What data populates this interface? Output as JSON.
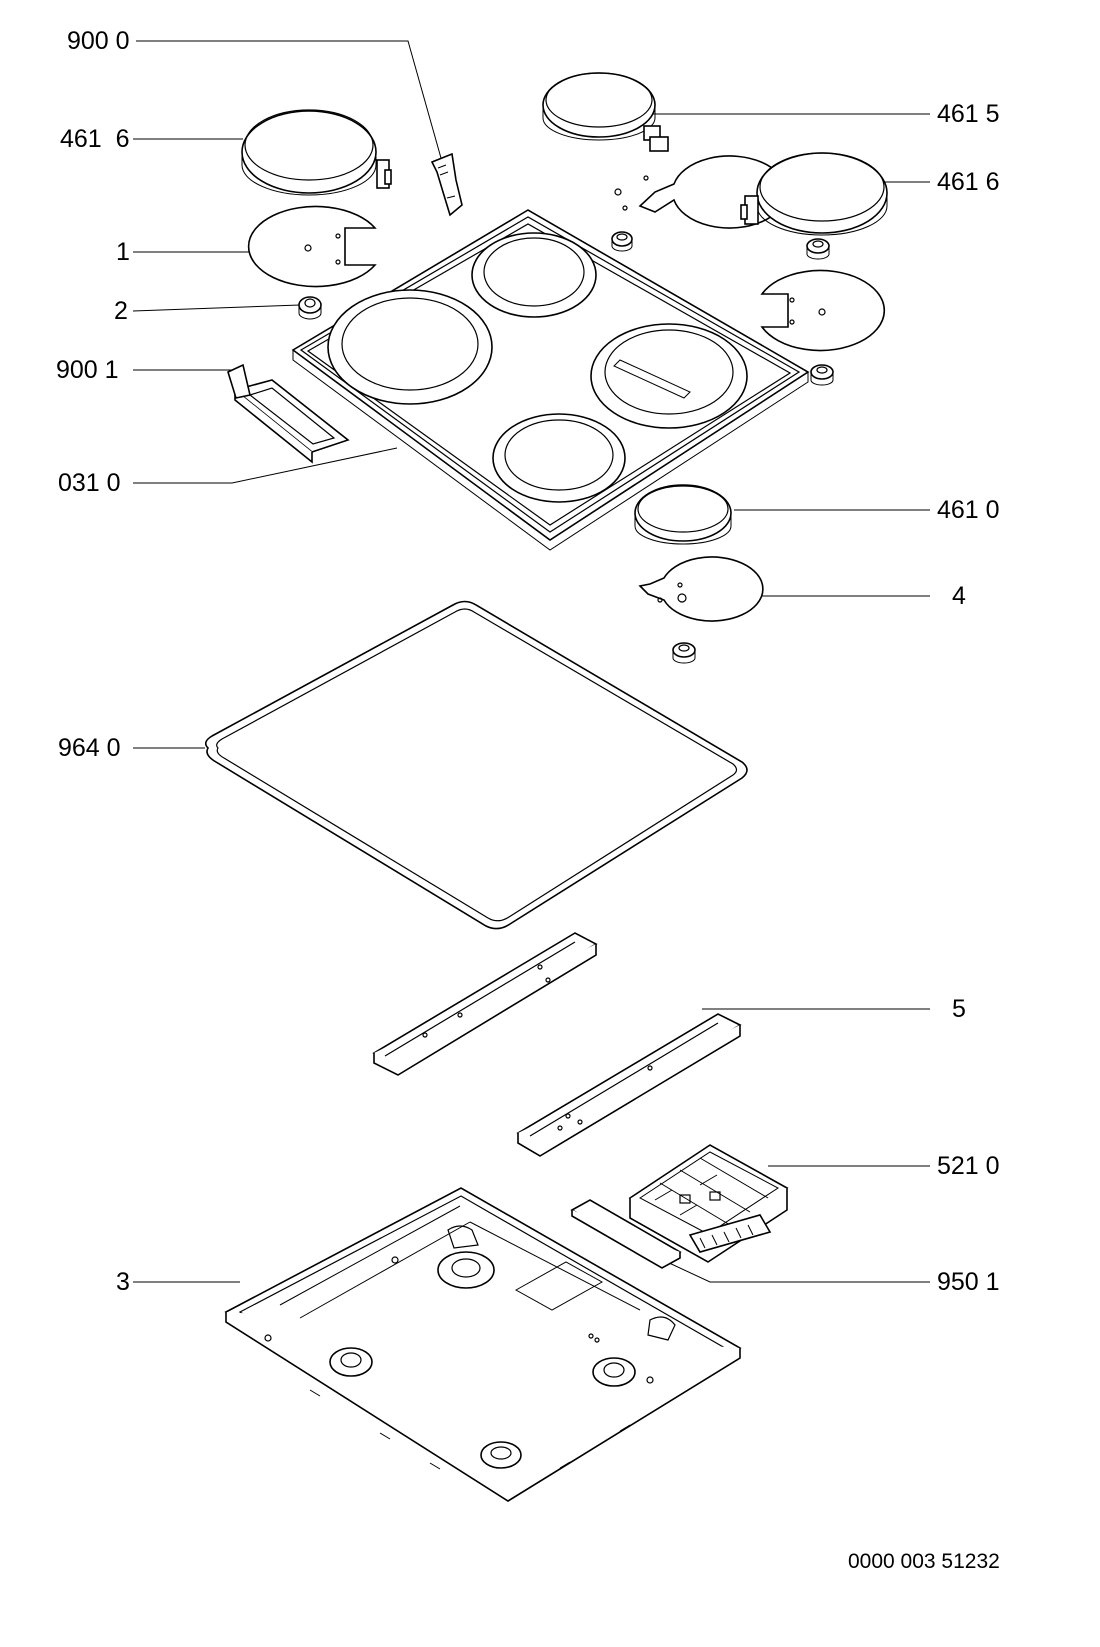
{
  "labels": {
    "l_9000": "900 0",
    "l_4616_left": "461  6",
    "l_1": "1",
    "l_2": "2",
    "l_9001": "900 1",
    "l_0310": "031 0",
    "l_9640": "964 0",
    "l_3": "3",
    "l_4615": "461 5",
    "l_4616_right": "461 6",
    "l_4610": "461 0",
    "l_4": "4",
    "l_5": "5",
    "l_5210": "521 0",
    "l_9501": "950 1"
  },
  "drawing_number": "0000 003 51232"
}
